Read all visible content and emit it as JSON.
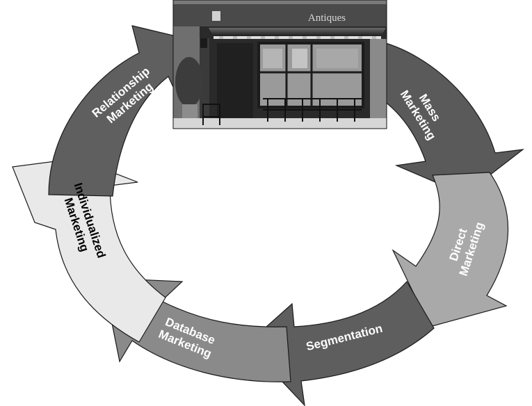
{
  "segments": [
    {
      "id": "mass",
      "lines": [
        "Mass",
        "Marketing"
      ],
      "fill": "#5a5a5a",
      "text_color": "#ffffff"
    },
    {
      "id": "direct",
      "lines": [
        "Direct",
        "Marketing"
      ],
      "fill": "#a9a9a9",
      "text_color": "#ffffff"
    },
    {
      "id": "segmentation",
      "lines": [
        "Segmentation"
      ],
      "fill": "#5e5e5e",
      "text_color": "#ffffff"
    },
    {
      "id": "database",
      "lines": [
        "Database",
        "Marketing"
      ],
      "fill": "#8a8a8a",
      "text_color": "#ffffff"
    },
    {
      "id": "individualized",
      "lines": [
        "Individualized",
        "Marketing"
      ],
      "fill": "#e9e9e9",
      "text_color": "#000000"
    },
    {
      "id": "relationship",
      "lines": [
        "Relationship",
        "Marketing"
      ],
      "fill": "#5f5f5f",
      "text_color": "#ffffff"
    }
  ],
  "photo": {
    "sign_text": "Antiques"
  }
}
